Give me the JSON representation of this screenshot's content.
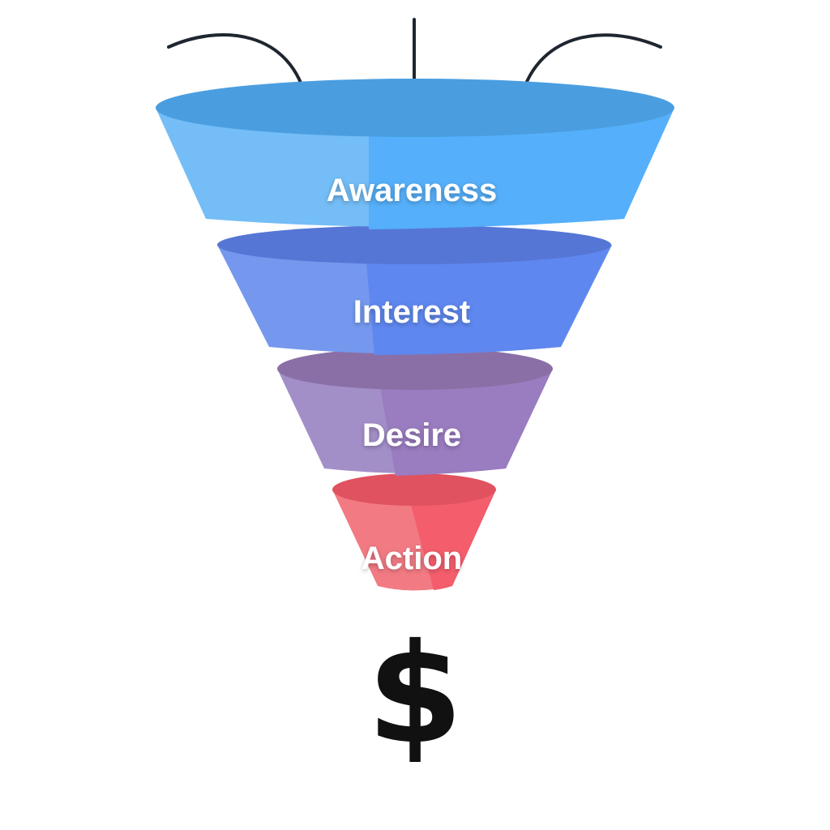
{
  "funnel": {
    "stages": [
      {
        "id": "awareness",
        "label": "Awareness",
        "color_light": "#74bdf6",
        "color_dark": "#55affa",
        "color_top": "#4a9ee0"
      },
      {
        "id": "interest",
        "label": "Interest",
        "color_light": "#7598ee",
        "color_dark": "#5e87ef",
        "color_top": "#5676d6"
      },
      {
        "id": "desire",
        "label": "Desire",
        "color_light": "#a38fc8",
        "color_dark": "#9a7cc0",
        "color_top": "#8a6fa6"
      },
      {
        "id": "action",
        "label": "Action",
        "color_light": "#f27a83",
        "color_dark": "#f45d6c",
        "color_top": "#e0525f"
      }
    ],
    "arrow_color": "#1f2630",
    "outcome_symbol": "$",
    "outcome_icon": "dollar-sign-icon"
  }
}
